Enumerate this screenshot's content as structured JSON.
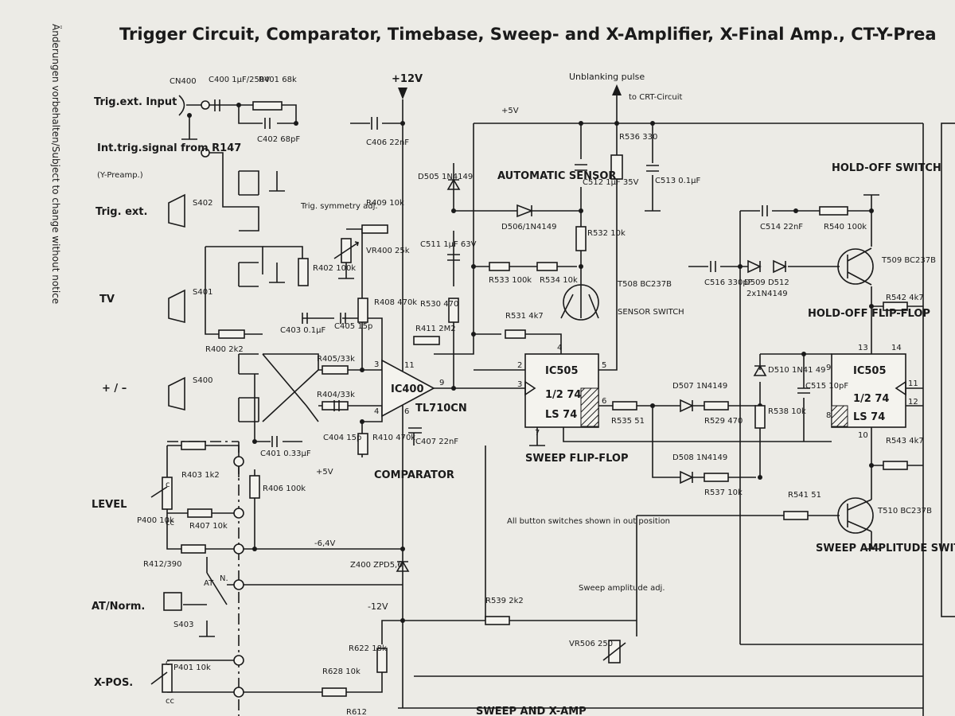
{
  "title": "Trigger Circuit, Comparator, Timebase, Sweep- and X-Amplifier, X-Final Amp., CT-Y-Prea",
  "side_note": "Änderungen vorbehalten/Subject to change without notice",
  "inputs": {
    "trig_ext_input": "Trig.ext. Input",
    "int_trig_signal": "Int.trig.signal from R147",
    "int_trig_sub": "(Y-Preamp.)",
    "trig_ext": "Trig. ext.",
    "tv": "TV",
    "plus_minus": "+ / –",
    "level": "LEVEL",
    "at_norm": "AT/Norm.",
    "x_pos": "X-POS."
  },
  "rails": {
    "plus12": "+12V",
    "plus5_top": "+5V",
    "plus5_mid": "+5V",
    "minus6_4": "-6,4V",
    "minus12": "-12V"
  },
  "blocks": {
    "ic400": "IC400",
    "tl710": "TL710CN",
    "comparator": "COMPARATOR",
    "ic505a": "IC505",
    "ic505a_half": "1/2 74",
    "ic505a_ls": "LS 74",
    "sweep_ff": "SWEEP FLIP-FLOP",
    "ic505b": "IC505",
    "ic505b_half": "1/2 74",
    "ic505b_ls": "LS 74",
    "holdoff_ff": "HOLD-OFF FLIP-FLOP",
    "auto_sensor": "AUTOMATIC SENSOR",
    "holdoff_switch": "HOLD-OFF SWITCH",
    "sweep_amp_switch": "SWEEP AMPLITUDE SWITCH",
    "sweep_x_amp": "SWEEP AND X-AMP",
    "unblanking": "Unblanking pulse",
    "to_crt": "to CRT-Circuit",
    "note": "All button switches shown in out position",
    "trig_sym": "Trig. symmetry adj.",
    "sweep_adj": "Sweep amplitude adj."
  },
  "components": {
    "cn400": "CN400",
    "c400": "C400 1µF/250V",
    "r401": "R401 68k",
    "c402": "C402 68pF",
    "s402": "S402",
    "s401": "S401",
    "s400": "S400",
    "s403": "S403",
    "r409": "R409 10k",
    "vr400": "VR400 25k",
    "r402": "R402 100k",
    "c406": "C406 22nF",
    "r408": "R408 470k",
    "c403": "C403 0.1µF",
    "c405": "C405 15p",
    "r400": "R400 2k2",
    "r405": "R405/33k",
    "r404": "R404/33k",
    "c404": "C404 15p",
    "r410": "R410 470k",
    "c407": "C407 22nF",
    "c401": "C401 0.33µF",
    "r403": "R403 1k2",
    "r406": "R406 100k",
    "p400": "P400 10k",
    "r407": "R407 10k",
    "r412": "R412/390",
    "z400": "Z400 ZPD5,6",
    "p401": "P401 10k",
    "r628": "R628 10k",
    "r622": "R622 18k",
    "r612": "R612",
    "d505": "D505 1N4149",
    "c511": "C511 1µF 63V",
    "r530": "R530 470",
    "r411": "R411 2M2",
    "c512": "C512 1µF 35V",
    "d506": "D506/1N4149",
    "r532": "R532 10k",
    "r536": "R536 330",
    "c513": "C513 0.1µF",
    "r533": "R533 100k",
    "r534": "R534 10k",
    "r531": "R531 4k7",
    "t508": "T508 BC237B",
    "sensor_switch": "SENSOR SWITCH",
    "r535": "R535 51",
    "d507": "D507 1N4149",
    "r529": "R529 470",
    "d508": "D508 1N4149",
    "r537": "R537 10k",
    "r539": "R539 2k2",
    "vr506": "VR506 250",
    "c514": "C514 22nF",
    "r540": "R540 100k",
    "t509": "T509 BC237B",
    "c516": "C516 330pF",
    "d509": "D509 D512",
    "d509_type": "2x1N4149",
    "r542": "R542 4k7",
    "d510": "D510 1N41 49",
    "c515": "C515 10pF",
    "r538": "R538 10k",
    "r541": "R541 51",
    "t510": "T510 BC237B",
    "r543": "R543 4k7"
  },
  "pins": {
    "p3": "3",
    "p4": "4",
    "p11": "11",
    "p9": "9",
    "p6": "6",
    "ic505a_2": "2",
    "ic505a_3": "3",
    "ic505a_4": "4",
    "ic505a_5": "5",
    "ic505a_6": "6",
    "ic505a_7": "7",
    "ic505b_13": "13",
    "ic505b_14": "14",
    "ic505b_9": "9",
    "ic505b_8": "8",
    "ic505b_10": "10",
    "ic505b_11": "11",
    "ic505b_12": "12",
    "c": "c",
    "cc": "cc",
    "at": "AT",
    "n": "N."
  }
}
